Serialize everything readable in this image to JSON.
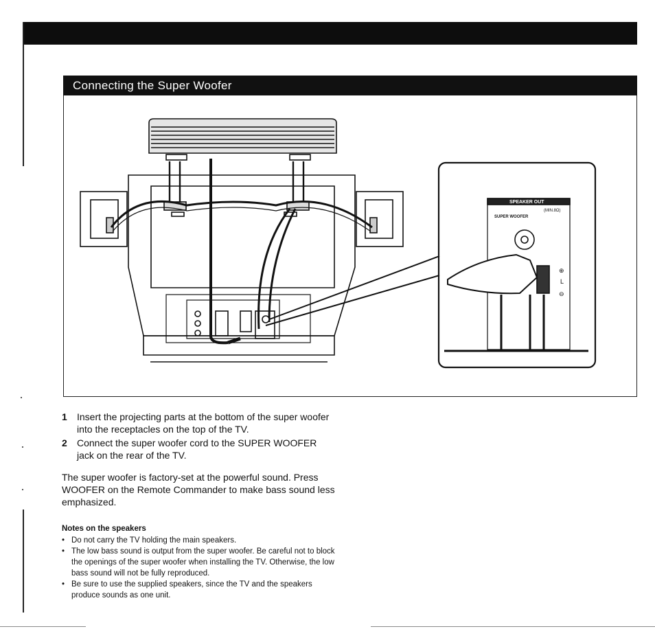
{
  "section_header": "Connecting the Super Woofer",
  "illustration": {
    "panel_heading": "SPEAKER OUT",
    "panel_min": "(MIN.8Ω)",
    "jack_label": "SUPER WOOFER",
    "terminal_labels": [
      "⊕",
      "L",
      "⊖"
    ]
  },
  "steps": [
    {
      "number": "1",
      "text": "Insert the projecting parts at the bottom of the super woofer into the receptacles on the top of the TV."
    },
    {
      "number": "2",
      "text": "Connect the super woofer cord to the SUPER WOOFER jack on the rear of the TV."
    }
  ],
  "paragraph": "The super woofer is factory-set at the powerful sound. Press WOOFER on the Remote Commander to make bass sound less emphasized.",
  "notes": {
    "heading": "Notes on the speakers",
    "items": [
      "Do not carry the TV holding the main speakers.",
      "The low bass sound is output from the super woofer. Be careful not to block the openings of the super woofer when installing the TV. Otherwise, the low bass sound will not be fully reproduced.",
      "Be sure to use the supplied speakers, since the TV and the speakers produce sounds as one unit."
    ]
  }
}
